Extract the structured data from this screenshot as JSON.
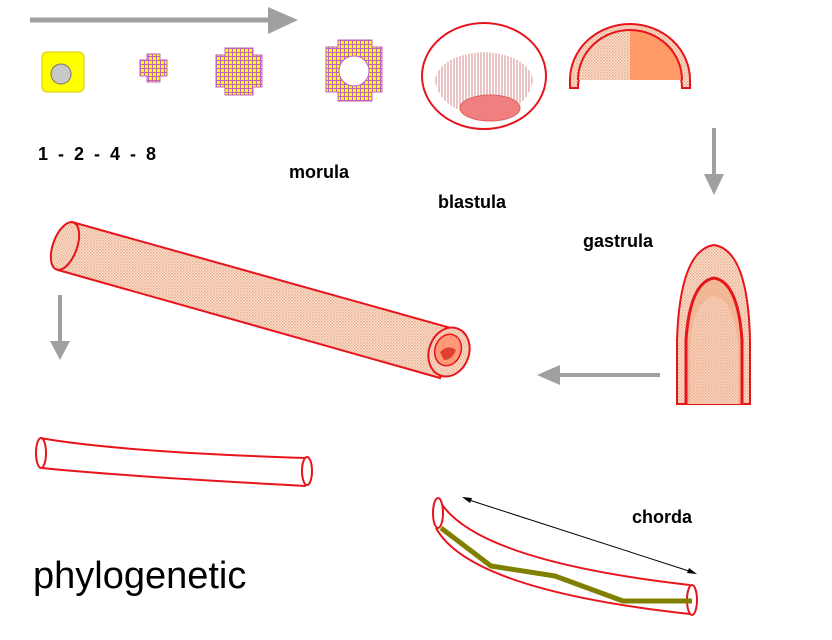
{
  "labels": {
    "sequence": "1  -  2  -  4  -  8",
    "morula": "morula",
    "blastula": "blastula",
    "gastrula": "gastrula",
    "chorda": "chorda",
    "phylogenetic": "phylogenetic"
  },
  "colors": {
    "arrow": "#a0a0a0",
    "outline": "#e8141c",
    "cell_yellow": "#ffff00",
    "cell_grid": "#c060c0",
    "tissue": "#f5c8a8",
    "tissue_dark": "#ff9966",
    "chorda": "#808000"
  }
}
